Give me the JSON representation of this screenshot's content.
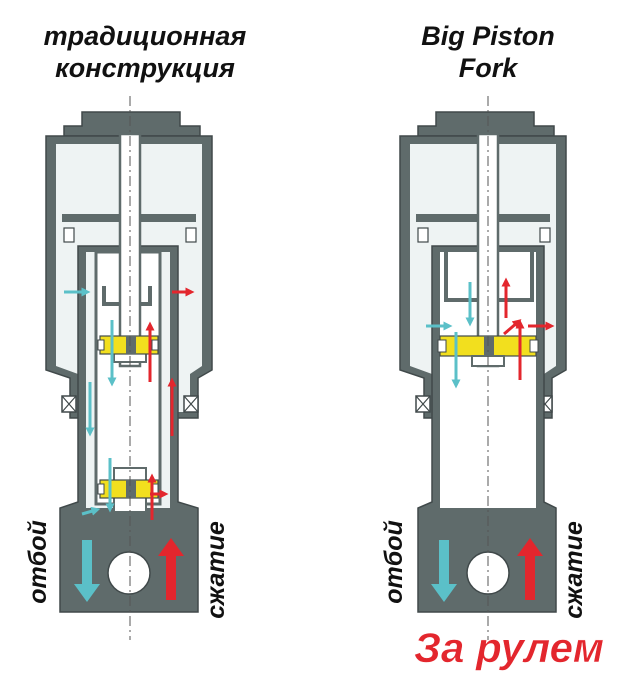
{
  "left_fork": {
    "title_line1": "традиционная",
    "title_line2": "конструкция",
    "label_rebound": "отбой",
    "label_compression": "сжатие"
  },
  "right_fork": {
    "title_line1": "Big Piston",
    "title_line2": "Fork",
    "label_rebound": "отбой",
    "label_compression": "сжатие"
  },
  "logo": {
    "text": "За рулем",
    "color": "#e3262d"
  },
  "colors": {
    "body": "#5f6b6b",
    "outline": "#40494a",
    "tube_fill": "#eef3f3",
    "compression_arrow": "#e3262d",
    "rebound_arrow": "#5bc0c8",
    "valve": "#f2df1e"
  }
}
